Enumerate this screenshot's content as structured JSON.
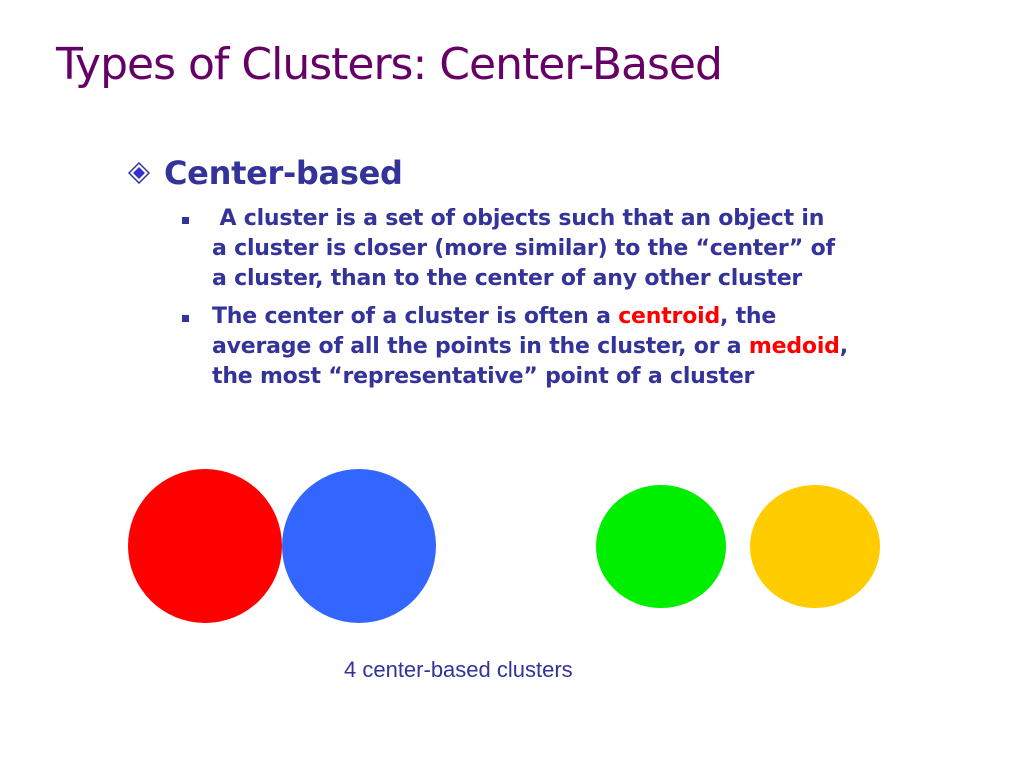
{
  "slide": {
    "title": "Types of Clusters: Center-Based",
    "heading": "Center-based",
    "bullet1": {
      "line1": " A cluster is a set of objects such that an object in",
      "line2": "a cluster is closer (more similar) to the “center” of",
      "line3": "a cluster, than to the center of any other cluster"
    },
    "bullet2": {
      "line1_before": "The center of a cluster is often a ",
      "line1_term": "centroid",
      "line1_after": ", the",
      "line2_before": "average of all the points in the cluster, or a ",
      "line2_term": "medoid",
      "line2_after": ",",
      "line3": "the most “representative” point of a cluster"
    },
    "caption": "4 center-based clusters"
  },
  "colors": {
    "title": "#660066",
    "text": "#333399",
    "highlight": "#ff0000",
    "cluster_red": "#ff0000",
    "cluster_blue": "#3366ff",
    "cluster_green": "#00ee00",
    "cluster_yellow": "#ffcc00"
  },
  "icons": {
    "level1_bullet": "diamond-bullet-icon",
    "level2_bullet": "square-bullet-icon"
  }
}
